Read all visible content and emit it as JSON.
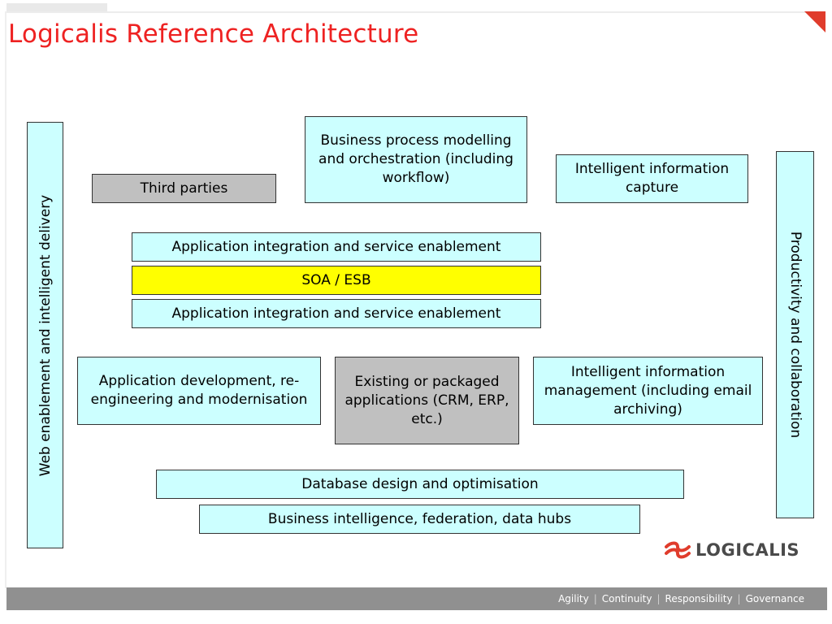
{
  "title": "Logicalis Reference Architecture",
  "left_pillar": "Web enablement and intelligent delivery",
  "right_pillar": "Productivity and collaboration",
  "boxes": {
    "third_parties": "Third parties",
    "bpm": "Business process modelling and orchestration (including workflow)",
    "info_capture": "Intelligent information capture",
    "app_integration_top": "Application integration and service enablement",
    "soa_esb": "SOA / ESB",
    "app_integration_bottom": "Application integration and service enablement",
    "app_development": "Application development, re-engineering and modernisation",
    "existing_apps": "Existing or packaged applications (CRM, ERP, etc.)",
    "info_management": "Intelligent information management (including email archiving)",
    "database": "Database design and optimisation",
    "business_intelligence": "Business intelligence, federation, data hubs"
  },
  "logo": {
    "text": "LOGICALIS"
  },
  "footer": {
    "items": [
      "Agility",
      "Continuity",
      "Responsibility",
      "Governance"
    ]
  },
  "colors": {
    "title": "#ee2222",
    "box_cyan": "#ccffff",
    "box_gray": "#c0c0c0",
    "box_yellow": "#ffff00",
    "logo_red": "#e03c2c",
    "footer_bg": "#909090"
  }
}
